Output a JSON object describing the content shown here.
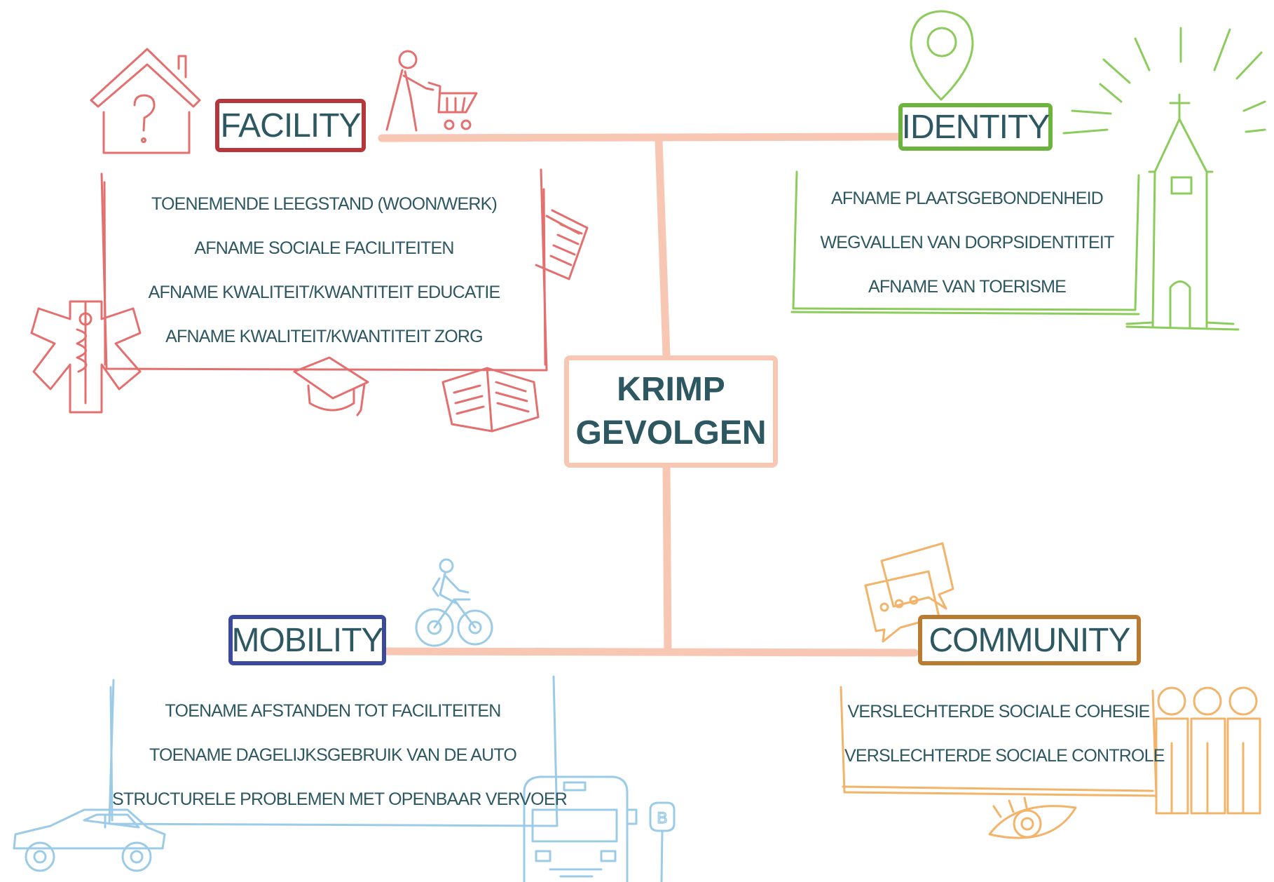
{
  "center": {
    "line1": "KRIMP",
    "line2": "GEVOLGEN"
  },
  "colors": {
    "connector": "#f7c7b4",
    "text": "#2d5761",
    "facility": "#e3706f",
    "facility_border": "#b5373c",
    "identity": "#8ccc5c",
    "identity_border": "#6db43e",
    "mobility": "#9ccbe8",
    "mobility_border": "#3b4a9c",
    "community": "#f2b46a",
    "community_border": "#b87b30"
  },
  "facility": {
    "label": "FACILITY",
    "items": [
      "TOENEMENDE LEEGSTAND (WOON/WERK)",
      "AFNAME SOCIALE FACILITEITEN",
      "AFNAME KWALITEIT/KWANTITEIT EDUCATIE",
      "AFNAME KWALITEIT/KWANTITEIT ZORG"
    ],
    "icons": [
      "house-question-icon",
      "shopper-cart-icon",
      "newspaper-icon",
      "medical-star-icon",
      "graduation-cap-icon",
      "open-book-icon"
    ]
  },
  "identity": {
    "label": "IDENTITY",
    "items": [
      "AFNAME PLAATSGEBONDENHEID",
      "WEGVALLEN VAN DORPSIDENTITEIT",
      "AFNAME VAN TOERISME"
    ],
    "icons": [
      "map-pin-icon",
      "church-icon"
    ]
  },
  "mobility": {
    "label": "MOBILITY",
    "items": [
      "TOENAME AFSTANDEN TOT FACILITEITEN",
      "TOENAME DAGELIJKSGEBRUIK VAN DE AUTO",
      "STRUCTURELE PROBLEMEN MET OPENBAAR VERVOER"
    ],
    "icons": [
      "cyclist-icon",
      "car-icon",
      "bus-icon",
      "bus-stop-icon"
    ],
    "bus_stop_letter": "B"
  },
  "community": {
    "label": "COMMUNITY",
    "items": [
      "VERSLECHTERDE SOCIALE COHESIE",
      "VERSLECHTERDE SOCIALE CONTROLE"
    ],
    "icons": [
      "speech-bubbles-icon",
      "people-group-icon",
      "eye-icon"
    ]
  }
}
